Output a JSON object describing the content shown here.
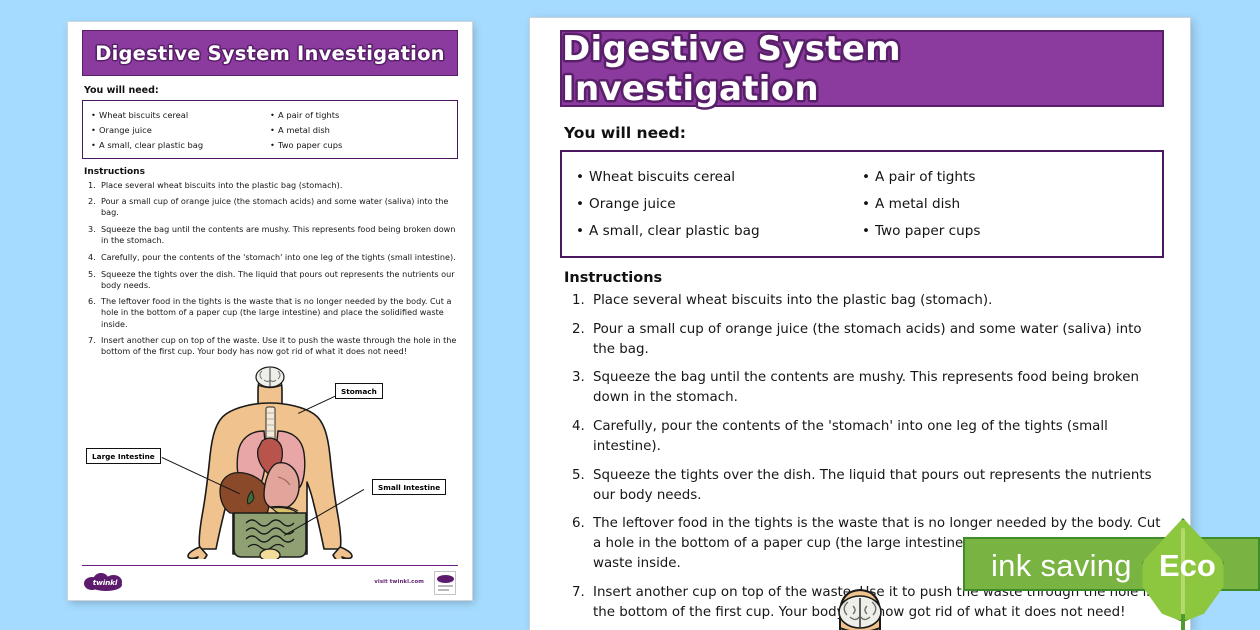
{
  "page": {
    "background_color": "#a5dbfe",
    "accent_purple": "#8b3a9e",
    "accent_purple_dark": "#5a1f6b"
  },
  "worksheet": {
    "title": "Digestive System Investigation",
    "materials_heading": "You will need:",
    "materials_left": [
      "Wheat biscuits cereal",
      "Orange juice",
      "A small, clear plastic bag"
    ],
    "materials_right": [
      "A pair of tights",
      "A metal dish",
      "Two paper cups"
    ],
    "instructions_heading": "Instructions",
    "steps": [
      "Place several wheat biscuits into the plastic bag (stomach).",
      "Pour a small cup of orange juice (the stomach acids) and some water (saliva) into the bag.",
      "Squeeze the bag until the contents are mushy. This represents food being broken down in the stomach.",
      "Carefully, pour the contents of the 'stomach' into one leg of the tights (small intestine).",
      "Squeeze the tights over the dish. The liquid that pours out represents the nutrients our body needs.",
      "The leftover food in the tights is the waste that is no longer needed by the body. Cut a hole in the bottom of a paper cup (the large intestine) and place the solidified waste inside.",
      "Insert another cup on top of the waste. Use it to push the waste through the hole in the bottom of the first cup. Your body has now got rid of what it does not need!"
    ],
    "diagram": {
      "labels": {
        "stomach": "Stomach",
        "large_intestine": "Large Intestine",
        "small_intestine": "Small Intestine"
      }
    },
    "footer": {
      "logo_text": "twinkl",
      "visit_text": "visit twinkl.com"
    }
  },
  "eco_badge": {
    "text": "ink saving",
    "leaf_text": "Eco",
    "bar_color": "#79b342",
    "leaf_color": "#8dc63f",
    "border_color": "#3f8c2a"
  }
}
